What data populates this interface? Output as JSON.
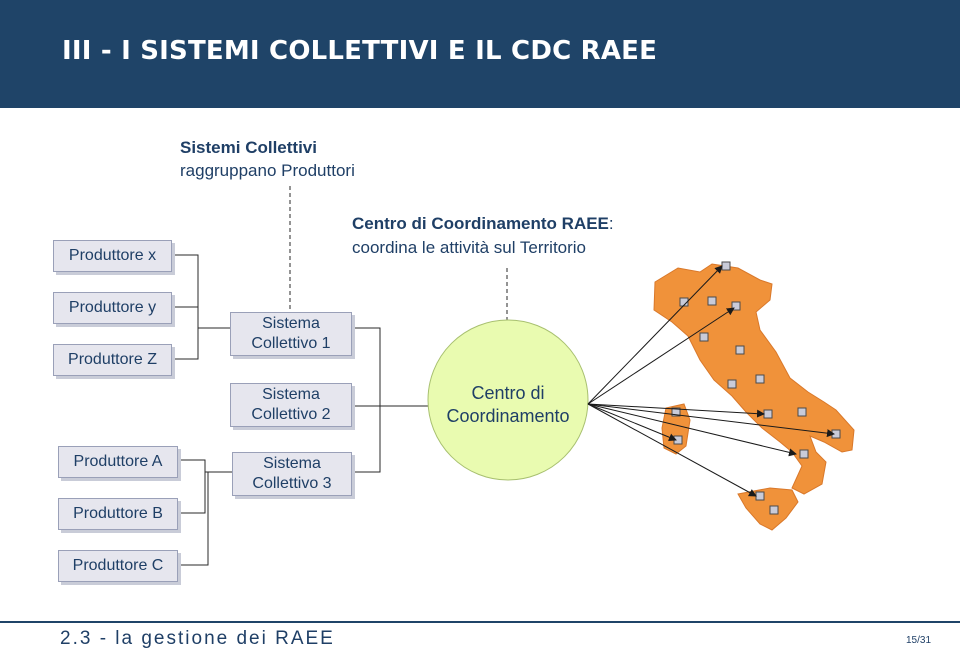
{
  "header": {
    "title": "III - I SISTEMI COLLETTIVI E IL CDC RAEE"
  },
  "caption_systems": {
    "title": "Sistemi Collettivi",
    "subtitle": "raggruppano Produttori"
  },
  "caption_cdc": {
    "title": "Centro di Coordinamento RAEE",
    "title_suffix": ":",
    "subtitle": "coordina le attività sul Territorio"
  },
  "producers": [
    "Produttore x",
    "Produttore y",
    "Produttore Z",
    "Produttore A",
    "Produttore B",
    "Produttore C"
  ],
  "systems": [
    {
      "line1": "Sistema",
      "line2": "Collettivo 1"
    },
    {
      "line1": "Sistema",
      "line2": "Collettivo 2"
    },
    {
      "line1": "Sistema",
      "line2": "Collettivo 3"
    }
  ],
  "center": {
    "line1": "Centro di",
    "line2": "Coordinamento"
  },
  "map": {
    "name": "italy-map",
    "fill": "#f0923a",
    "node_fill": "#c9cbd8"
  },
  "colors": {
    "header": "#1f4468",
    "text": "#1f3f66",
    "box_fill": "#e6e6ee",
    "circle_fill": "#e9fbb0"
  },
  "footer": {
    "section": "2.3 - la gestione dei RAEE",
    "page": "15/31"
  }
}
